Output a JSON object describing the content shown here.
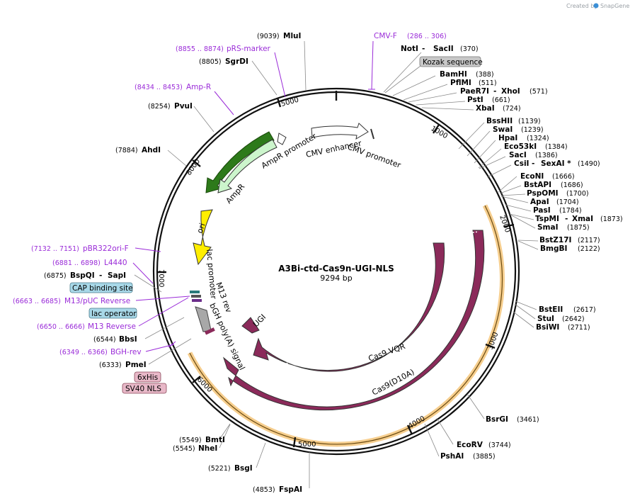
{
  "brand": {
    "created_by": "Created by",
    "name": "SnapGene"
  },
  "plasmid": {
    "name": "A3Bi-ctd-Cas9n-UGI-NLS",
    "length": "9294 bp"
  },
  "ticks": [
    "1000",
    "2000",
    "3000",
    "4000",
    "5000",
    "6000",
    "7000",
    "8000",
    "5000"
  ],
  "features": {
    "cmv_enhancer": "CMV enhancer",
    "cmv_promoter": "CMV promoter",
    "ampr_promoter": "AmpR promoter",
    "ampr": "AmpR",
    "ori": "ori",
    "lac_promoter": "lac promoter",
    "m13_rev": "M13 rev",
    "bgh_polya": "bGH poly(A) signal",
    "ugi": "UGI",
    "cas9_vqr": "Cas9 VQR",
    "cas9_d10a": "Cas9(D10A)"
  },
  "boxes": {
    "kozak": "Kozak sequence",
    "cap": "CAP binding site",
    "lac_operator": "lac operator",
    "sixhis": "6xHis",
    "sv40": "SV40 NLS"
  },
  "enzymes": [
    {
      "pos": "(9039)",
      "name": "MluI"
    },
    {
      "name": "NotI",
      "sep": " - ",
      "name2": "SacII",
      "pos": "(370)"
    },
    {
      "name": "BamHI",
      "pos": "(388)"
    },
    {
      "name": "PflMI",
      "pos": "(511)"
    },
    {
      "name": "PaeR7I",
      "sep": " - ",
      "name2": "XhoI",
      "pos": "(571)"
    },
    {
      "name": "PstI",
      "pos": "(661)"
    },
    {
      "name": "XbaI",
      "pos": "(724)"
    },
    {
      "name": "BssHII",
      "pos": "(1139)"
    },
    {
      "name": "SwaI",
      "pos": "(1239)"
    },
    {
      "name": "HpaI",
      "pos": "(1324)"
    },
    {
      "name": "Eco53kI",
      "pos": "(1384)"
    },
    {
      "name": "SacI",
      "pos": "(1386)"
    },
    {
      "name": "CsiI",
      "sep": " - ",
      "name2": "SexAI *",
      "pos": "(1490)"
    },
    {
      "name": "EcoNI",
      "pos": "(1666)"
    },
    {
      "name": "BstAPI",
      "pos": "(1686)"
    },
    {
      "name": "PspOMI",
      "pos": "(1700)"
    },
    {
      "name": "ApaI",
      "pos": "(1704)"
    },
    {
      "name": "PasI",
      "pos": "(1784)"
    },
    {
      "name": "TspMI",
      "sep": " - ",
      "name2": "XmaI",
      "pos": "(1873)"
    },
    {
      "name": "SmaI",
      "pos": "(1875)"
    },
    {
      "name": "BstZ17I",
      "pos": "(2117)"
    },
    {
      "name": "BmgBI",
      "pos": "(2122)"
    },
    {
      "name": "BstEII",
      "pos": "(2617)"
    },
    {
      "name": "StuI",
      "pos": "(2642)"
    },
    {
      "name": "BsiWI",
      "pos": "(2711)"
    },
    {
      "name": "BsrGI",
      "pos": "(3461)"
    },
    {
      "name": "EcoRV",
      "pos": "(3744)"
    },
    {
      "name": "PshAI",
      "pos": "(3885)"
    },
    {
      "pos": "(4853)",
      "name": "FspAI"
    },
    {
      "pos": "(5221)",
      "name": "BsgI"
    },
    {
      "pos": "(5549)",
      "name": "BmtI"
    },
    {
      "pos": "(5545)",
      "name": "NheI"
    },
    {
      "pos": "(6333)",
      "name": "PmeI"
    },
    {
      "pos": "(6544)",
      "name": "BbsI"
    },
    {
      "pos": "(6875)",
      "name": "BspQI",
      "sep": " - ",
      "name2": "SapI"
    },
    {
      "pos": "(7884)",
      "name": "AhdI"
    },
    {
      "pos": "(8254)",
      "name": "PvuI"
    },
    {
      "pos": "(8805)",
      "name": "SgrDI"
    }
  ],
  "primers": [
    {
      "name": "CMV-F",
      "pos": "(286 .. 306)"
    },
    {
      "pos": "(8855 .. 8874)",
      "name": "pRS-marker"
    },
    {
      "pos": "(8434 .. 8453)",
      "name": "Amp-R"
    },
    {
      "pos": "(7132 .. 7151)",
      "name": "pBR322ori-F"
    },
    {
      "pos": "(6881 .. 6898)",
      "name": "L4440"
    },
    {
      "pos": "(6663 .. 6685)",
      "name": "M13/pUC Reverse"
    },
    {
      "pos": "(6650 .. 6666)",
      "name": "M13 Reverse"
    },
    {
      "pos": "(6349 .. 6366)",
      "name": "BGH-rev"
    }
  ],
  "colors": {
    "cas9": "#8b2a5a",
    "ampr": "#ccf5cc",
    "ori": "#ffee00",
    "cmv": "#ffffff",
    "bgh": "#a8a8a8",
    "highlight": "#f5c67a",
    "primer": "#9a2bd8",
    "kozak_box": "#c8c8c8",
    "cap_box": "#a8d8e8",
    "his_box": "#e8b8c8"
  }
}
